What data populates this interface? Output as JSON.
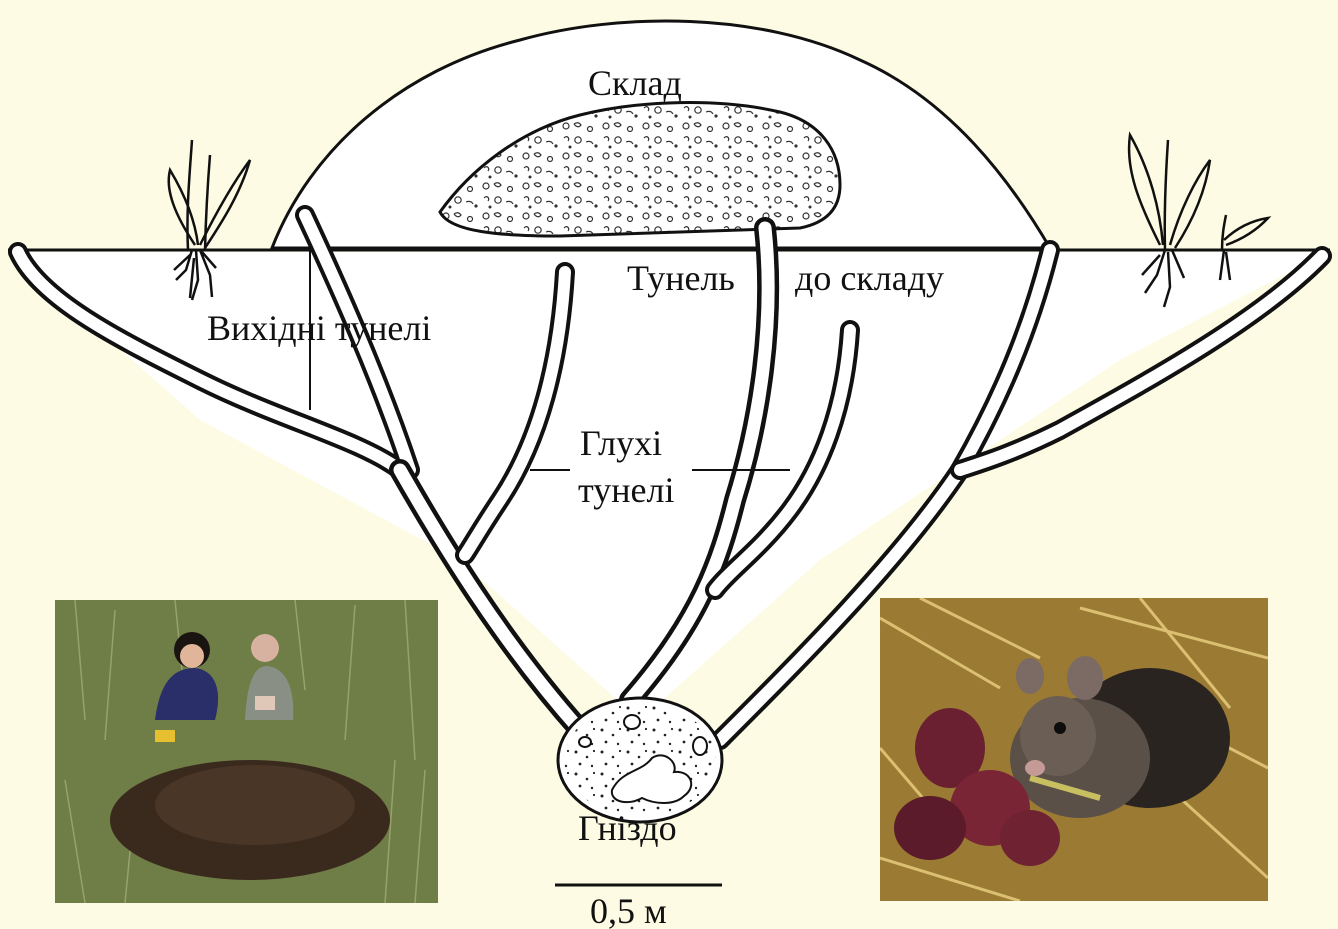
{
  "labels": {
    "storage": "Склад",
    "storage_tunnel_left": "Тунель",
    "storage_tunnel_right": "до складу",
    "exit_tunnels": "Вихідні тунелі",
    "dead_end_line1": "Глухі",
    "dead_end_line2": "тунелі",
    "nest": "Гніздо",
    "scale": "0,5 м"
  },
  "photos": {
    "left": "field-mound-photo",
    "right": "mouse-with-pups-photo"
  },
  "colors": {
    "background": "#fdfbe3",
    "mound": "#ffffff",
    "line": "#111111"
  }
}
